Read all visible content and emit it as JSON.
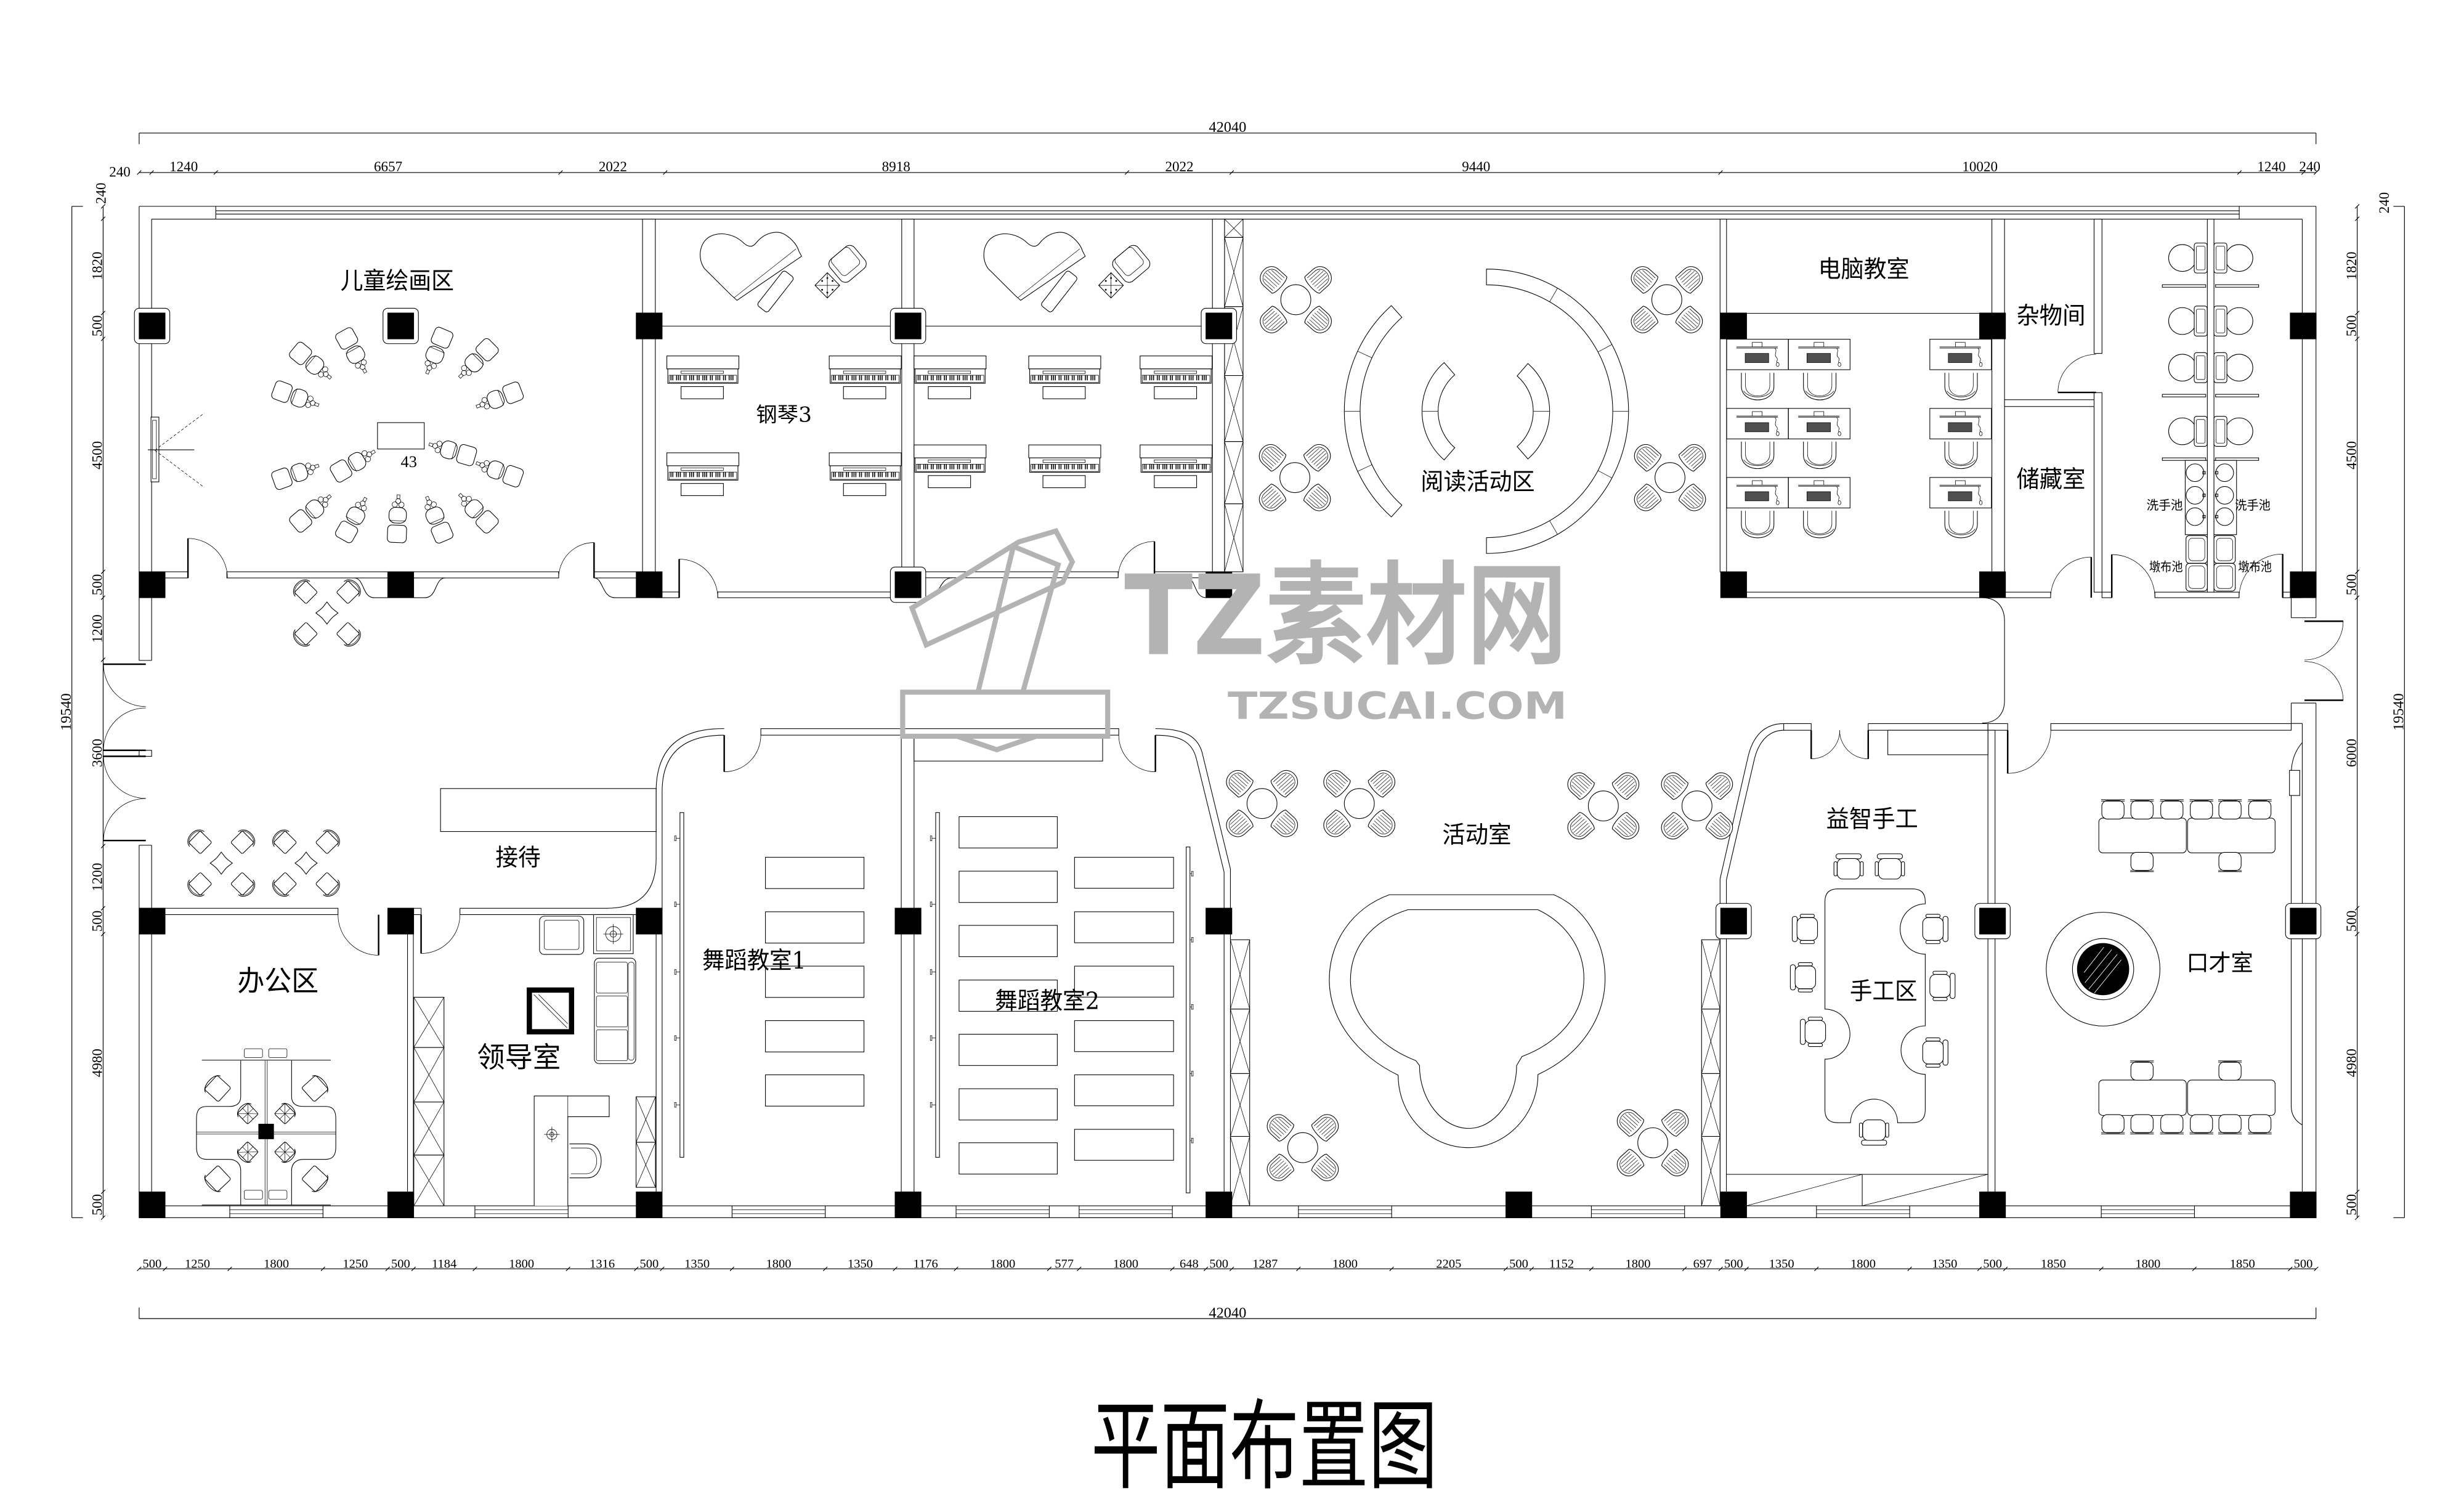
{
  "drawing": {
    "title": "平面布置图"
  },
  "rooms": {
    "children_painting": "儿童绘画区",
    "piano": "钢琴3",
    "reading": "阅读活动区",
    "computer": "电脑教室",
    "sundries": "杂物间",
    "storage": "储藏室",
    "washbasin_left": "洗手池",
    "washbasin_right": "洗手池",
    "mop_sink_left": "墩布池",
    "mop_sink_right": "墩布池",
    "reception": "接待",
    "office": "办公区",
    "director": "领导室",
    "dance1": "舞蹈教室1",
    "dance2": "舞蹈教室2",
    "activity": "活动室",
    "puzzle_craft": "益智手工",
    "craft_area": "手工区",
    "speech": "口才室"
  },
  "annotations": {
    "table_number": "43"
  },
  "dimensions": {
    "top_total": "42040",
    "top": [
      "240",
      "1240",
      "6657",
      "2022",
      "8918",
      "2022",
      "9440",
      "10020",
      "1240",
      "240"
    ],
    "bottom": [
      "500",
      "1250",
      "1800",
      "1250",
      "500",
      "1184",
      "1800",
      "1316",
      "500",
      "1350",
      "1800",
      "1350",
      "1176",
      "1800",
      "577",
      "1800",
      "648",
      "500",
      "1287",
      "1800",
      "2205",
      "500",
      "1152",
      "1800",
      "697",
      "500",
      "1350",
      "1800",
      "1350",
      "500",
      "1850",
      "1800",
      "1850",
      "500"
    ],
    "bottom_total": "42040",
    "left": [
      "240",
      "1820",
      "500",
      "4500",
      "500",
      "1200",
      "3600",
      "1200",
      "500",
      "4980",
      "500"
    ],
    "left_total": "19540",
    "right": [
      "240",
      "1820",
      "500",
      "4500",
      "500",
      "6000",
      "500",
      "4980",
      "500"
    ],
    "right_total": "19540"
  },
  "watermark": {
    "brand": "TZ素材网",
    "url": "TZSUCAI.COM"
  },
  "colors": {
    "line": "#000000",
    "paper": "#ffffff",
    "watermark": "#b3b3b3"
  }
}
